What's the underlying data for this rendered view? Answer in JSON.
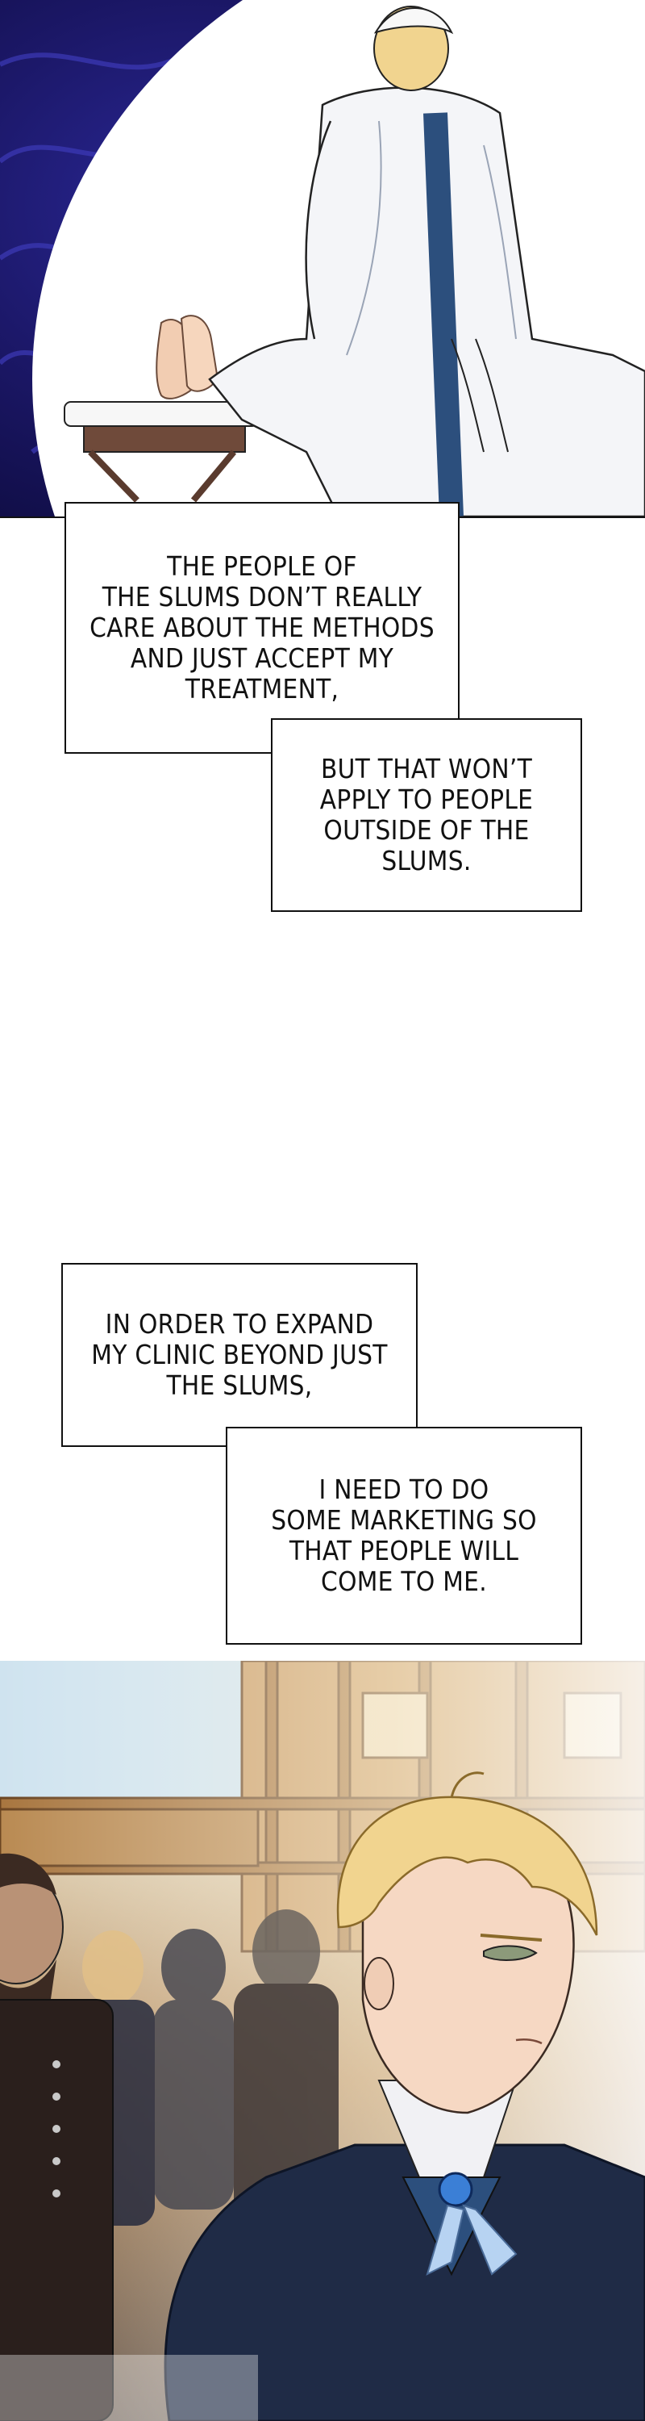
{
  "captions": {
    "box1": "THE PEOPLE OF\nTHE SLUMS DON’T REALLY\nCARE ABOUT THE METHODS\nAND JUST ACCEPT MY\nTREATMENT,",
    "box2": "BUT THAT WON’T\nAPPLY TO PEOPLE\nOUTSIDE OF THE\nSLUMS.",
    "box3": "IN ORDER TO EXPAND\nMY CLINIC BEYOND JUST\nTHE SLUMS,",
    "box4": "I NEED TO DO\nSOME MARKETING SO\nTHAT PEOPLE WILL\nCOME TO ME."
  },
  "colors": {
    "night_blue": "#1d1a6e",
    "coat_white": "#f4f5f8",
    "vest_blue": "#2c4f7d",
    "hair_blonde": "#f1d48f",
    "suit_navy": "#1f2b46",
    "brooch_blue": "#3b7fd6"
  }
}
